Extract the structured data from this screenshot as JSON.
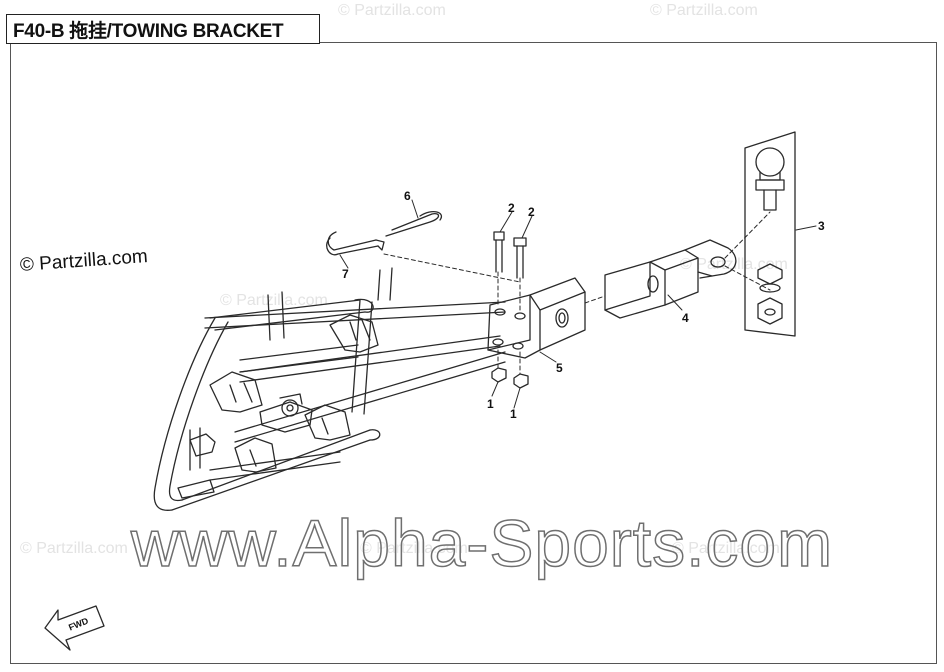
{
  "header": {
    "title": "F40-B 拖挂/TOWING BRACKET"
  },
  "watermarks": {
    "partzilla_side": "© Partzilla.com",
    "partzilla_faint": "© Partzilla.com",
    "site": "www.Alpha-Sports.com"
  },
  "direction_arrow": {
    "label": "FWD"
  },
  "callouts": [
    {
      "id": "callout-1a",
      "label": "1"
    },
    {
      "id": "callout-1b",
      "label": "1"
    },
    {
      "id": "callout-2a",
      "label": "2"
    },
    {
      "id": "callout-2b",
      "label": "2"
    },
    {
      "id": "callout-3",
      "label": "3"
    },
    {
      "id": "callout-4",
      "label": "4"
    },
    {
      "id": "callout-5",
      "label": "5"
    },
    {
      "id": "callout-6",
      "label": "6"
    },
    {
      "id": "callout-7",
      "label": "7"
    }
  ],
  "colors": {
    "line": "#2a2a2a",
    "watermark_faint": "#e3e3e3"
  }
}
